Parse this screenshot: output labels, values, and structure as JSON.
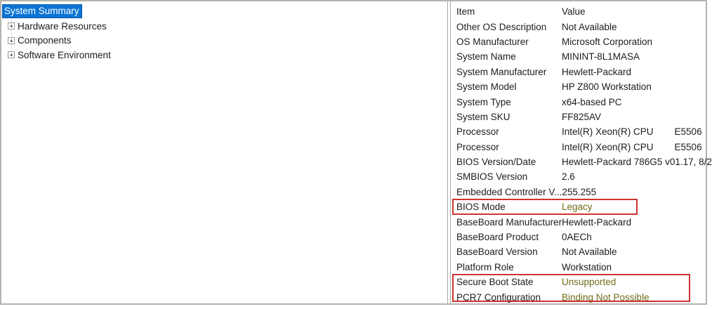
{
  "colors": {
    "selection_blue": "#0b74d4",
    "annotation_red": "#cd3432",
    "highlight_value_olive": "#6f6b1a",
    "window_border_gray": "#b4b4ac"
  },
  "tree": {
    "items": [
      {
        "label": "System Summary",
        "selected": true,
        "expandable": false
      },
      {
        "label": "Hardware Resources",
        "selected": false,
        "expandable": true
      },
      {
        "label": "Components",
        "selected": false,
        "expandable": true
      },
      {
        "label": "Software Environment",
        "selected": false,
        "expandable": true
      }
    ]
  },
  "table": {
    "header": {
      "item": "Item",
      "value": "Value"
    },
    "rows": [
      {
        "item": "Other OS Description",
        "value": "Not Available"
      },
      {
        "item": "OS Manufacturer",
        "value": "Microsoft Corporation"
      },
      {
        "item": "System Name",
        "value": "MININT-8L1MASA"
      },
      {
        "item": "System Manufacturer",
        "value": "Hewlett-Packard"
      },
      {
        "item": "System Model",
        "value": "HP Z800 Workstation"
      },
      {
        "item": "System Type",
        "value": "x64-based PC"
      },
      {
        "item": "System SKU",
        "value": "FF825AV"
      },
      {
        "item": "Processor",
        "value": "Intel(R) Xeon(R) CPU        E5506"
      },
      {
        "item": "Processor",
        "value": "Intel(R) Xeon(R) CPU        E5506"
      },
      {
        "item": "BIOS Version/Date",
        "value": "Hewlett-Packard 786G5 v01.17, 8/2"
      },
      {
        "item": "SMBIOS Version",
        "value": "2.6"
      },
      {
        "item": "Embedded Controller V...",
        "value": "255.255"
      },
      {
        "item": "BIOS Mode",
        "value": "Legacy",
        "highlighted": true
      },
      {
        "item": "BaseBoard Manufacturer",
        "value": "Hewlett-Packard"
      },
      {
        "item": "BaseBoard Product",
        "value": "0AECh"
      },
      {
        "item": "BaseBoard Version",
        "value": "Not Available"
      },
      {
        "item": "Platform Role",
        "value": "Workstation"
      },
      {
        "item": "Secure Boot State",
        "value": "Unsupported",
        "highlighted": true
      },
      {
        "item": "PCR7 Configuration",
        "value": "Binding Not Possible",
        "highlighted": true
      }
    ]
  },
  "annotations": {
    "box1_rows": [
      "BIOS Mode"
    ],
    "box2_rows": [
      "Secure Boot State",
      "PCR7 Configuration"
    ]
  }
}
